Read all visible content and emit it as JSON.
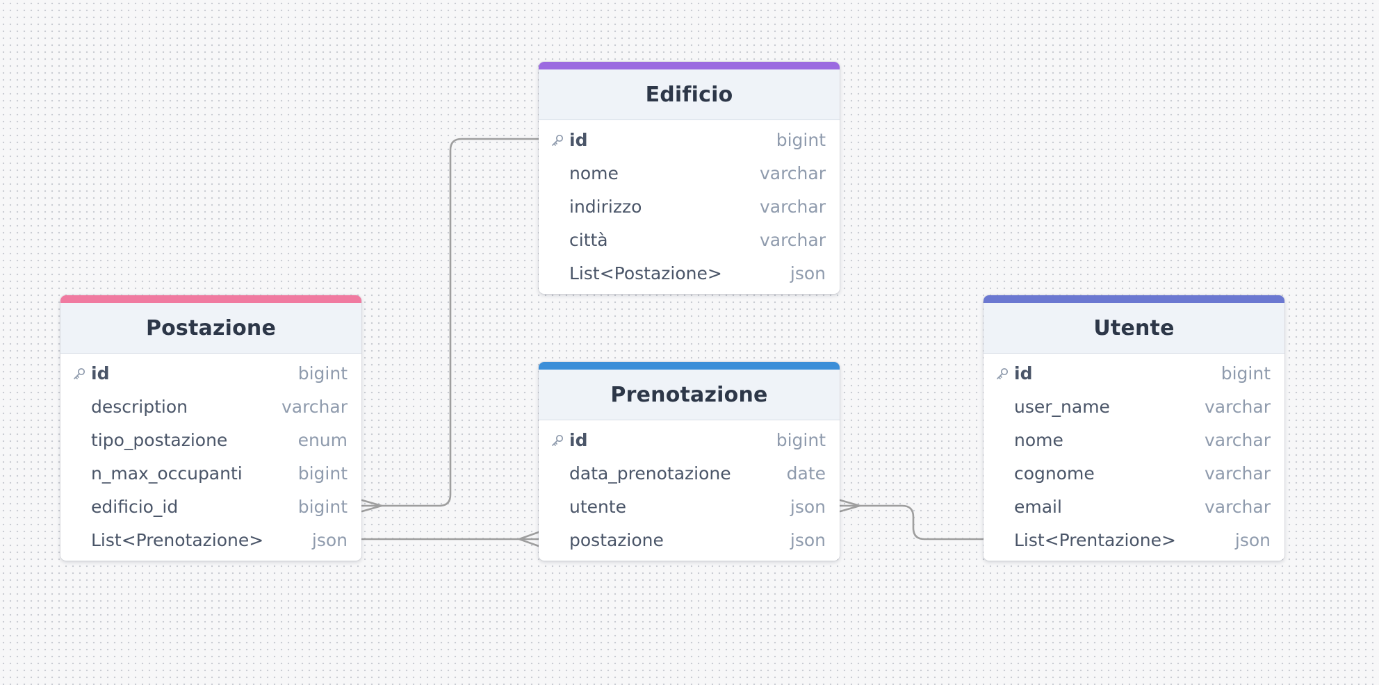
{
  "colors": {
    "edificio_accent": "#9b6ae0",
    "postazione_accent": "#f07aa0",
    "prenotazione_accent": "#3b8ed8",
    "utente_accent": "#6b78d1",
    "connector": "#9e9e9e"
  },
  "tables": {
    "edificio": {
      "title": "Edificio",
      "columns": [
        {
          "name": "id",
          "type": "bigint",
          "pk": true,
          "icon": "key-icon"
        },
        {
          "name": "nome",
          "type": "varchar"
        },
        {
          "name": "indirizzo",
          "type": "varchar"
        },
        {
          "name": "città",
          "type": "varchar"
        },
        {
          "name": "List<Postazione>",
          "type": "json"
        }
      ]
    },
    "postazione": {
      "title": "Postazione",
      "columns": [
        {
          "name": "id",
          "type": "bigint",
          "pk": true,
          "icon": "key-icon"
        },
        {
          "name": "description",
          "type": "varchar"
        },
        {
          "name": "tipo_postazione",
          "type": "enum"
        },
        {
          "name": "n_max_occupanti",
          "type": "bigint"
        },
        {
          "name": "edificio_id",
          "type": "bigint"
        },
        {
          "name": "List<Prenotazione>",
          "type": "json"
        }
      ]
    },
    "prenotazione": {
      "title": "Prenotazione",
      "columns": [
        {
          "name": "id",
          "type": "bigint",
          "pk": true,
          "icon": "key-icon"
        },
        {
          "name": "data_prenotazione",
          "type": "date"
        },
        {
          "name": "utente",
          "type": "json"
        },
        {
          "name": "postazione",
          "type": "json"
        }
      ]
    },
    "utente": {
      "title": "Utente",
      "columns": [
        {
          "name": "id",
          "type": "bigint",
          "pk": true,
          "icon": "key-icon"
        },
        {
          "name": "user_name",
          "type": "varchar"
        },
        {
          "name": "nome",
          "type": "varchar"
        },
        {
          "name": "cognome",
          "type": "varchar"
        },
        {
          "name": "email",
          "type": "varchar"
        },
        {
          "name": "List<Prentazione>",
          "type": "json"
        }
      ]
    }
  },
  "relationships": [
    {
      "from": "postazione.edificio_id",
      "to": "edificio.id",
      "from_end": "many",
      "to_end": "one"
    },
    {
      "from": "postazione.List<Prenotazione>",
      "to": "prenotazione.postazione",
      "from_end": "one",
      "to_end": "many"
    },
    {
      "from": "prenotazione.utente",
      "to": "utente.List<Prentazione>",
      "from_end": "many",
      "to_end": "one"
    }
  ]
}
